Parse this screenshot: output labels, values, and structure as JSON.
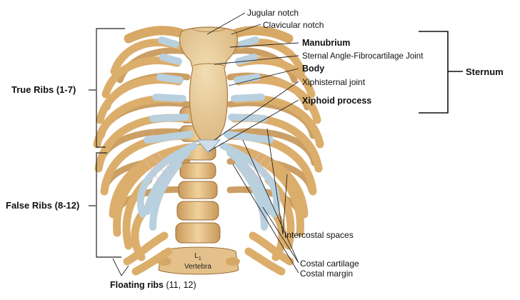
{
  "labels": {
    "jugular_notch": "Jugular notch",
    "clavicular_notch": "Clavicular notch",
    "manubrium": "Manubrium",
    "sternal_angle": "Sternal Angle-Fibrocartilage Joint",
    "body": "Body",
    "xiphisternal_joint": "Xiphisternal joint",
    "xiphoid_process": "Xiphoid process",
    "sternum": "Sternum",
    "true_ribs": "True Ribs (1-7)",
    "false_ribs": "False Ribs (8-12)",
    "floating_ribs_main": "Floating ribs",
    "floating_ribs_range": "(11, 12)",
    "intercostal_spaces": "Intercostal spaces",
    "costal_cartilage": "Costal cartilage",
    "costal_margin": "Costal margin",
    "vertebra_letter": "L",
    "vertebra_index": "1",
    "vertebra_word": "Vertebra"
  },
  "colors": {
    "bone": "#e2b777",
    "bone_dark": "#b0803f",
    "bone_light": "#f2d8a8",
    "cartilage": "#b9d0de",
    "cartilage_dark": "#8fa9ba",
    "sternum": "#e9cc9a",
    "leader": "#222222",
    "background": "#ffffff"
  }
}
